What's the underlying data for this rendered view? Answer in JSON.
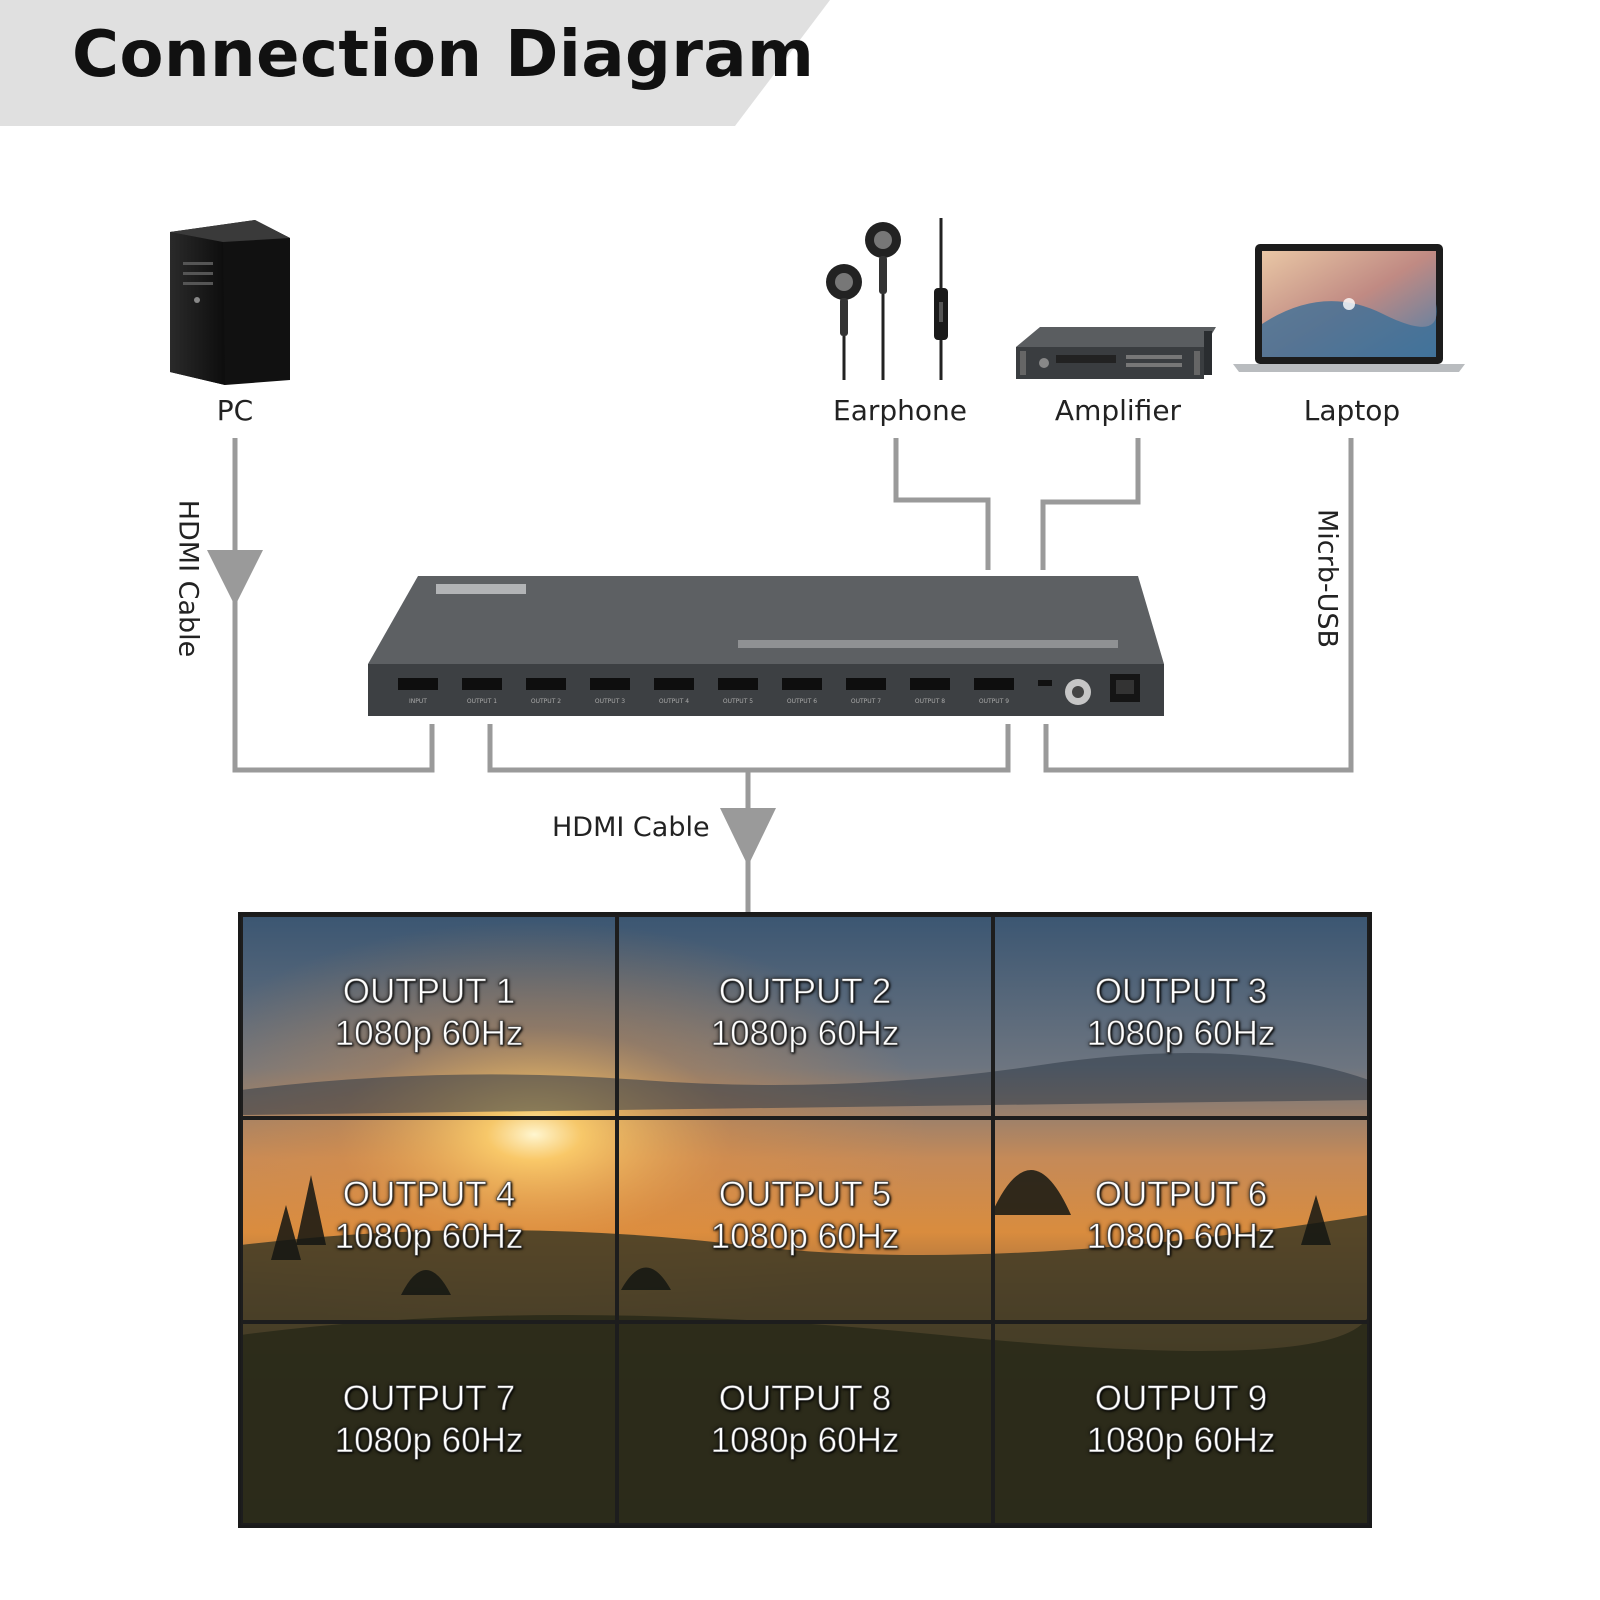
{
  "title": "Connection Diagram",
  "devices": {
    "pc": "PC",
    "earphone": "Earphone",
    "amplifier": "Amplifier",
    "laptop": "Laptop"
  },
  "cables": {
    "input_cable": "HDMI Cable",
    "output_cable": "HDMI Cable",
    "usb_cable": "Micrb-USB"
  },
  "processor": {
    "ports": [
      "INPUT",
      "OUTPUT 1",
      "OUTPUT 2",
      "OUTPUT 3",
      "OUTPUT 4",
      "OUTPUT 5",
      "OUTPUT 6",
      "OUTPUT 7",
      "OUTPUT 8",
      "OUTPUT 9"
    ]
  },
  "video_wall": {
    "tiles": [
      {
        "name": "OUTPUT 1",
        "res": "1080p 60Hz"
      },
      {
        "name": "OUTPUT 2",
        "res": "1080p 60Hz"
      },
      {
        "name": "OUTPUT 3",
        "res": "1080p 60Hz"
      },
      {
        "name": "OUTPUT 4",
        "res": "1080p 60Hz"
      },
      {
        "name": "OUTPUT 5",
        "res": "1080p 60Hz"
      },
      {
        "name": "OUTPUT 6",
        "res": "1080p 60Hz"
      },
      {
        "name": "OUTPUT 7",
        "res": "1080p 60Hz"
      },
      {
        "name": "OUTPUT 8",
        "res": "1080p 60Hz"
      },
      {
        "name": "OUTPUT 9",
        "res": "1080p 60Hz"
      }
    ]
  },
  "colors": {
    "banner": "#e0e0e0",
    "wire": "#9a9a9a",
    "device_body": "#4a4d50"
  }
}
